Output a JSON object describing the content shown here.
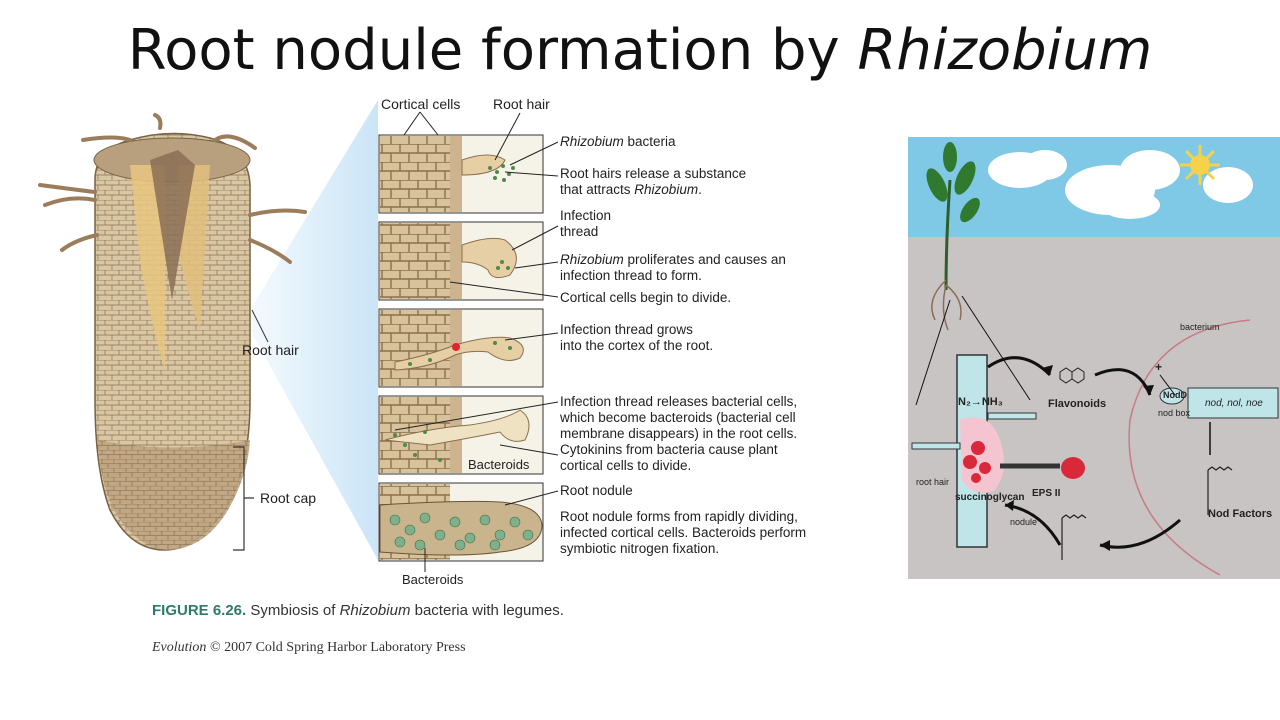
{
  "title": {
    "prefix": "Root nodule formation by ",
    "italic": "Rhizobium"
  },
  "root_labels": {
    "root_hair": "Root hair",
    "root_cap": "Root cap"
  },
  "top_labels": {
    "cortical_cells": "Cortical cells",
    "root_hair": "Root hair"
  },
  "panels": [
    {
      "lines": [
        {
          "italic": "Rhizobium",
          "text": " bacteria"
        },
        {
          "text": ""
        },
        {
          "text": "Root hairs release a substance"
        },
        {
          "text": "that attracts ",
          "italic_end": "Rhizobium",
          "end": "."
        }
      ]
    },
    {
      "lines": [
        {
          "text": "Infection"
        },
        {
          "text": "thread"
        },
        {
          "italic": "Rhizobium",
          "text": " proliferates and causes an"
        },
        {
          "text": "infection thread to form."
        },
        {
          "text": "Cortical cells begin to divide."
        }
      ]
    },
    {
      "lines": [
        {
          "text": "Infection thread grows"
        },
        {
          "text": "into the cortex of the root."
        }
      ]
    },
    {
      "lines": [
        {
          "text": "Infection thread releases bacterial cells,"
        },
        {
          "text": "which become bacteroids (bacterial cell"
        },
        {
          "text": "membrane disappears) in the root cells."
        },
        {
          "text": "Cytokinins from bacteria cause plant"
        },
        {
          "text": "cortical cells to divide."
        }
      ]
    },
    {
      "lines": [
        {
          "text": "Root nodule"
        },
        {
          "text": ""
        },
        {
          "text": "Root nodule forms from rapidly dividing,"
        },
        {
          "text": "infected cortical cells. Bacteroids perform"
        },
        {
          "text": "symbiotic nitrogen fixation."
        }
      ]
    }
  ],
  "bacteroids_label_1": "Bacteroids",
  "bacteroids_label_2": "Bacteroids",
  "caption": {
    "figure": "FIGURE 6.26.",
    "text_a": " Symbiosis of ",
    "italic": "Rhizobium",
    "text_b": " bacteria with legumes."
  },
  "credit": {
    "italic": "Evolution",
    "text": " © 2007 Cold Spring Harbor Laboratory Press"
  },
  "right_diagram": {
    "bacterium": "bacterium",
    "n2_nh3": "N₂→NH₃",
    "flavonoids": "Flavonoids",
    "nodd": "NodD",
    "nod_box": "nod box",
    "nod_genes": "nod, nol, noe",
    "root_hair": "root hair",
    "succinoglycan": "succinoglycan",
    "nodule": "nodule",
    "eps": "EPS II",
    "nod_factors": "Nod Factors",
    "plus": "+"
  },
  "colors": {
    "sky": "#7fc8e6",
    "soil": "#c9c4c4",
    "nodule_red": "#d8283a",
    "caption_green": "#2f7a6a"
  }
}
